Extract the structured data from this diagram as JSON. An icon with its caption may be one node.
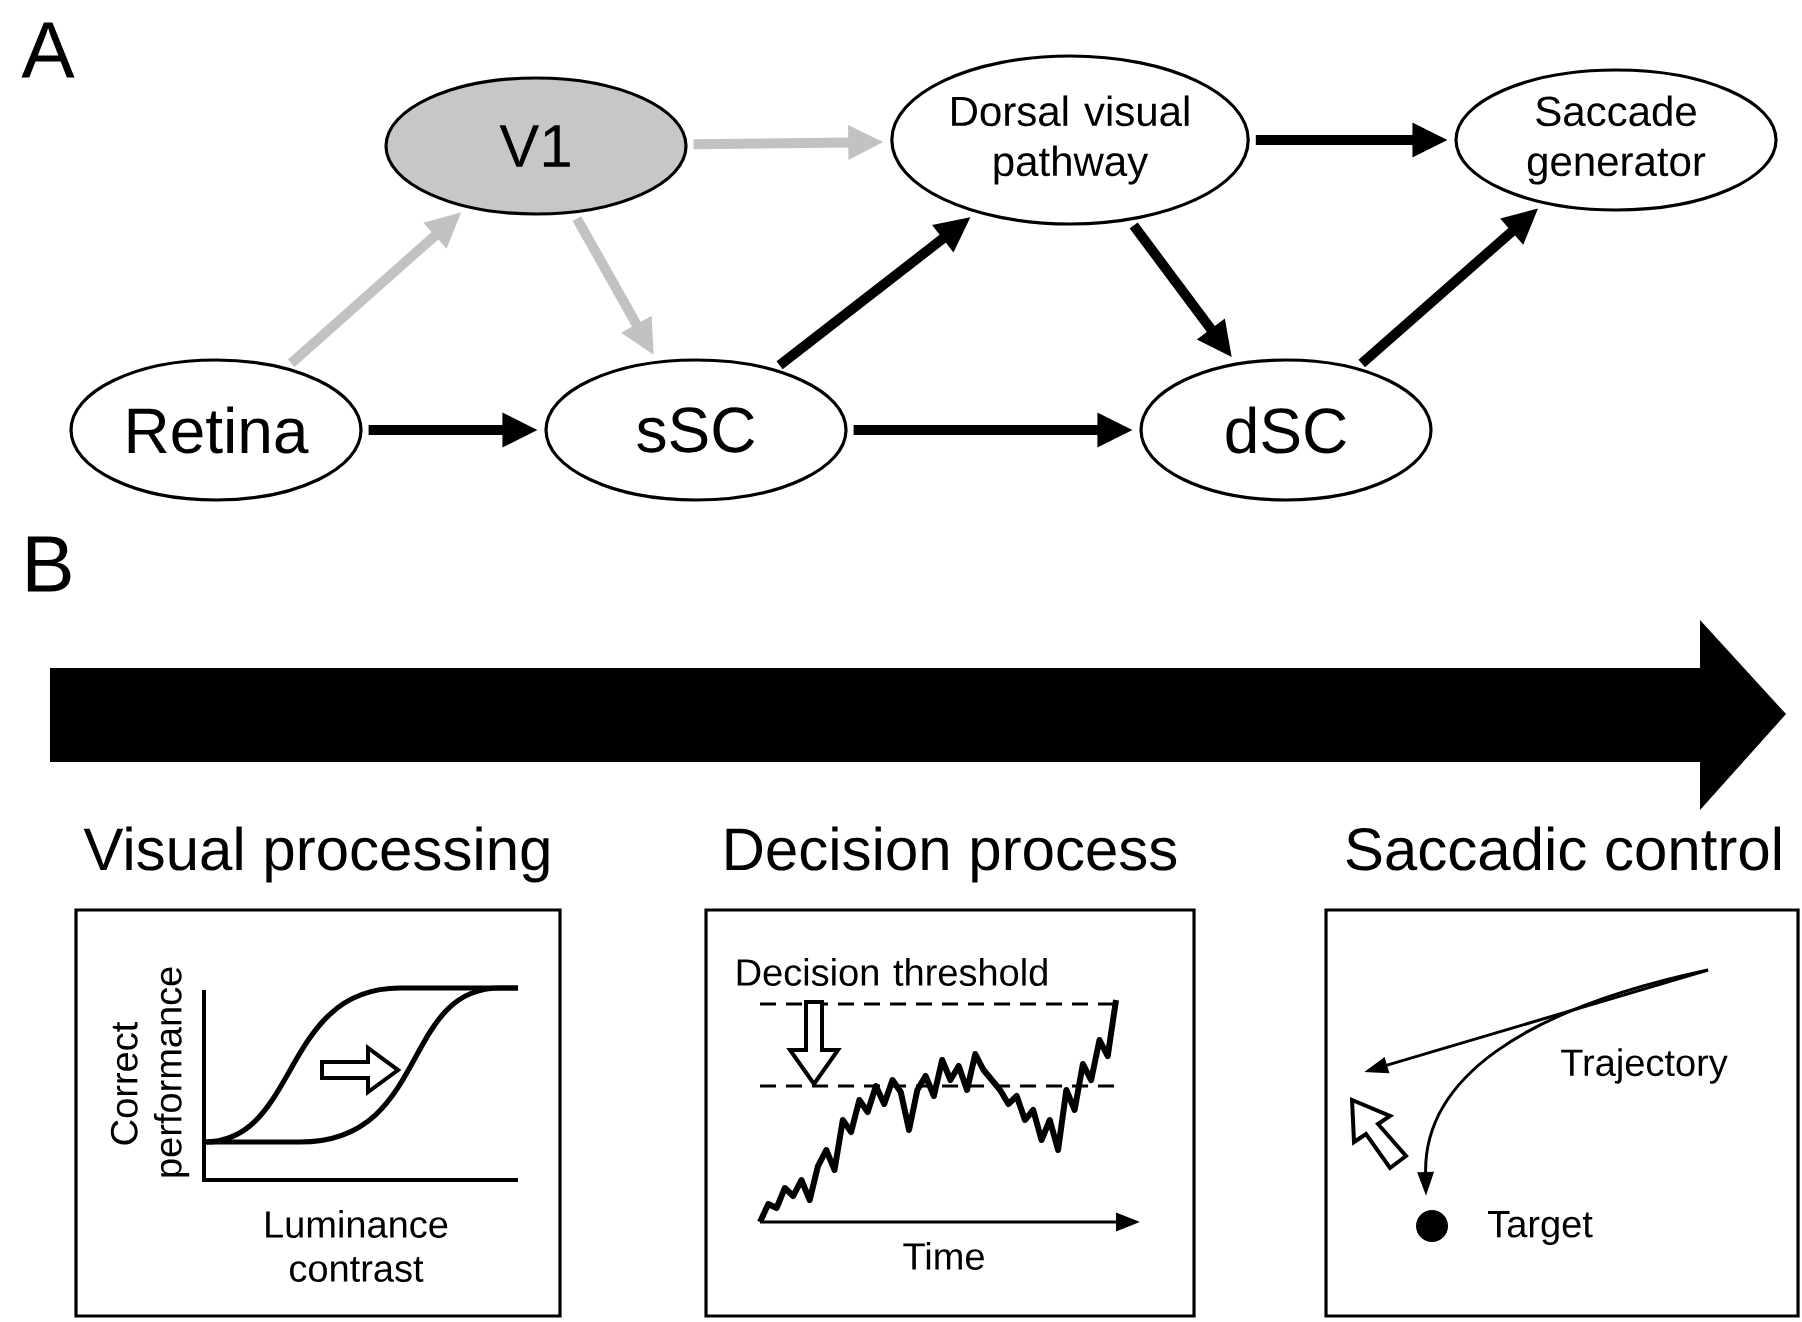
{
  "diagram": {
    "nodes": [
      {
        "text": [
          "V1"
        ]
      },
      {
        "text": [
          "Dorsal visual pathway"
        ]
      },
      {
        "text": [
          "Saccade generator"
        ]
      },
      {
        "text": [
          "Retina"
        ]
      },
      {
        "text": [
          "sSC"
        ]
      },
      {
        "text": [
          "dSC"
        ]
      },
      {
        "text": [
          "Visual processing",
          "Correct performance",
          "Luminance contrast"
        ]
      },
      {
        "text": [
          "Decision process",
          "Decision threshold",
          "Time"
        ]
      },
      {
        "text": [
          "Saccadic control",
          "Trajectory",
          "Target"
        ]
      }
    ],
    "edges": [
      {
        "from": 3,
        "to": 0,
        "arrow": "to",
        "color": "#c0c2c4"
      },
      {
        "from": 0,
        "to": 1,
        "arrow": "to",
        "color": "#c0c2c4"
      },
      {
        "from": 0,
        "to": 4,
        "arrow": "to",
        "color": "#c0c2c4"
      },
      {
        "from": 3,
        "to": 4,
        "arrow": "to"
      },
      {
        "from": 4,
        "to": 1,
        "arrow": "to"
      },
      {
        "from": 4,
        "to": 5,
        "arrow": "to"
      },
      {
        "from": 1,
        "to": 5,
        "arrow": "to"
      },
      {
        "from": 1,
        "to": 2,
        "arrow": "to"
      },
      {
        "from": 5,
        "to": 2,
        "arrow": "to"
      }
    ],
    "labels": [
      "A",
      "B"
    ]
  }
}
